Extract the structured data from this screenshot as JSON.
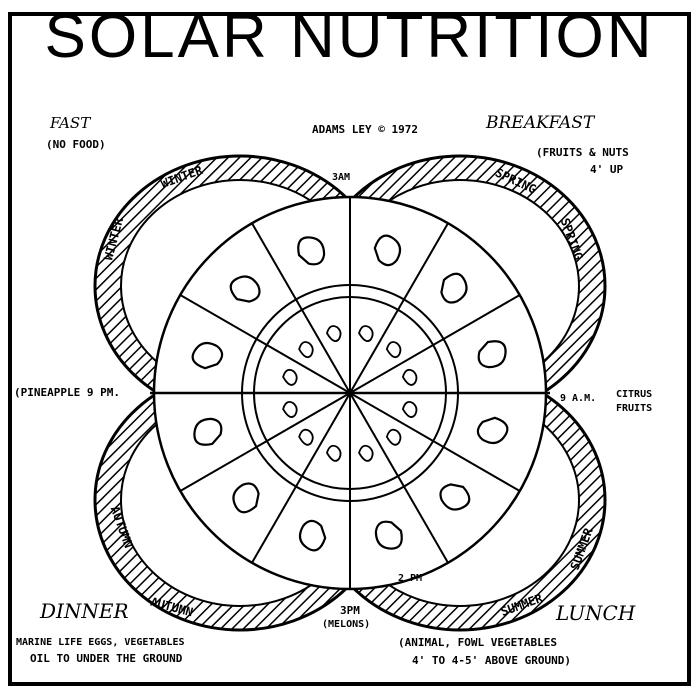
{
  "title": "SOLAR NUTRITION",
  "credit": "ADAMS LEY © 1972",
  "corners": {
    "fast": {
      "heading": "FAST",
      "sub": "(NO FOOD)"
    },
    "breakfast": {
      "heading": "BREAKFAST",
      "sub": "(FRUITS & NUTS",
      "sub2": "4' UP"
    },
    "dinner": {
      "heading": "DINNER",
      "sub": "MARINE LIFE  EGGS, VEGETABLES",
      "sub2": "OIL TO UNDER THE GROUND"
    },
    "lunch": {
      "heading": "LUNCH",
      "sub": "(ANIMAL, FOWL  VEGETABLES",
      "sub2": "4' TO 4-5' ABOVE GROUND)"
    }
  },
  "times": {
    "nine_pm": "(PINEAPPLE 9 PM.",
    "nine_am": "9 A.M.",
    "nine_am_note": "CITRUS FRUITS",
    "three_pm": "3PM",
    "three_pm_note": "(MELONS)",
    "three_am": "3AM",
    "two_pm": "2 PM"
  },
  "seasons": {
    "winter_top": "WINTER",
    "winter_side": "WINTER",
    "spring_top": "SPRING",
    "spring_side": "SPRING",
    "autumn_side": "AUTUMN",
    "autumn_bottom": "AUTUMN",
    "summer_side": "SUMMER",
    "summer_bottom": "SUMMER"
  },
  "icons": [
    "sun-wheel-icon",
    "organ-sketch-icon",
    "hatched-petal-icon"
  ]
}
